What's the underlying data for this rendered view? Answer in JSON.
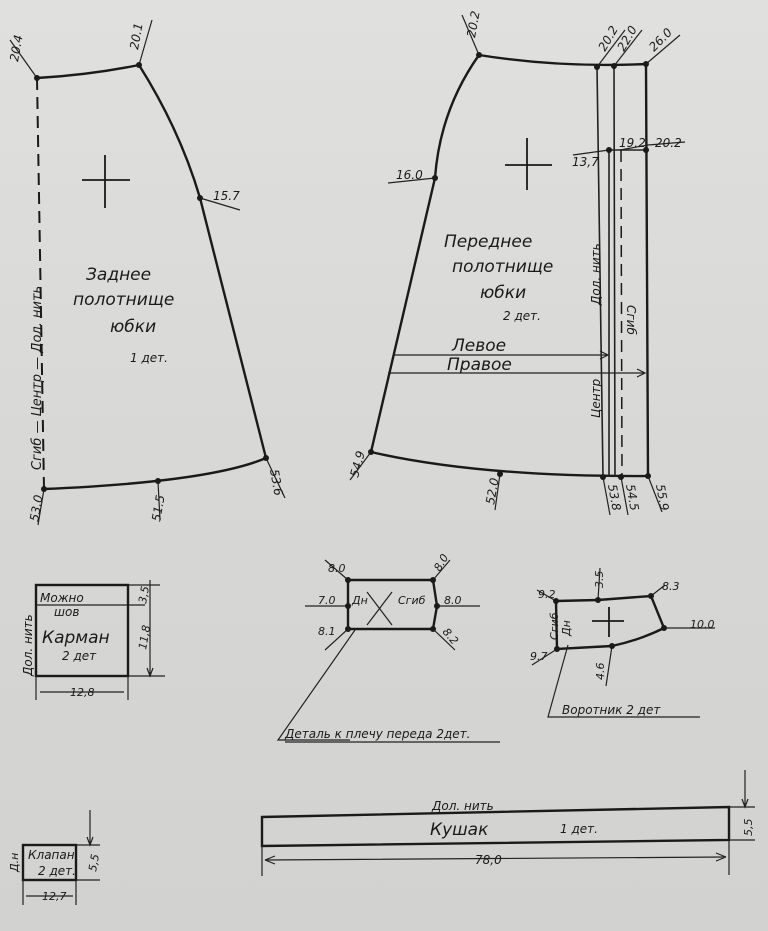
{
  "back_panel": {
    "title": [
      "Заднее",
      "полотнище",
      "юбки",
      "1 дет."
    ],
    "side_label": "Сгиб — Центр — Дол. нить",
    "measurements": {
      "top_left": "20.4",
      "top_right": "20.1",
      "hip": "15.7",
      "bottom_right": "53.6",
      "bottom_mid": "51.5",
      "bottom_left": "53.0"
    }
  },
  "front_panel": {
    "title": [
      "Переднее",
      "полотнище",
      "юбки",
      "2 дет."
    ],
    "left_label": "Левое",
    "right_label": "Правое",
    "grain_label": "Дол. нить",
    "center_label": "Центр",
    "fold_label": "Сгиб",
    "measurements": {
      "top_left": "20.2",
      "top_a": "20.2",
      "top_b": "22.0",
      "top_c": "26.0",
      "hip": "16.0",
      "inner_a": "13,7",
      "inner_b": "19.2",
      "inner_c": "20.2",
      "bottom_left": "54.9",
      "bottom_mid": "52.0",
      "bottom_a": "53.8",
      "bottom_b": "54.5",
      "bottom_c": "55.9"
    }
  },
  "pocket": {
    "title": [
      "Карман",
      "2 дет"
    ],
    "allowance": [
      "Можно",
      "шов"
    ],
    "grain_label": "Дол. нить",
    "measurements": {
      "top": "3,5",
      "height": "11,8",
      "width": "12,8"
    }
  },
  "shoulder_detail": {
    "caption": "Деталь к плечу переда 2дет.",
    "grain_label": "Дн",
    "fold_label": "Сгиб",
    "measurements": {
      "top_left": "8.0",
      "top_right": "8.0",
      "mid_left": "7.0",
      "mid_right": "8.0",
      "bottom_left": "8.1",
      "bottom_right": "8.2"
    }
  },
  "collar": {
    "caption": "Воротник   2 дет",
    "fold_label": "Сгиб",
    "grain_label": "Дн",
    "measurements": {
      "top_left": "9.2",
      "top_mid": "3.5",
      "top_right": "8.3",
      "right": "10.0",
      "bottom_left": "9.7",
      "bottom_mid": "4.6"
    }
  },
  "belt": {
    "title": "Кушак",
    "count": "1 дет.",
    "grain_label": "Дол. нить",
    "measurements": {
      "length": "78,0",
      "width": "5,5"
    }
  },
  "flap": {
    "title": [
      "Клапан",
      "2 дет."
    ],
    "grain_label": "Д.н",
    "measurements": {
      "height": "5,5",
      "width": "12,7"
    }
  }
}
